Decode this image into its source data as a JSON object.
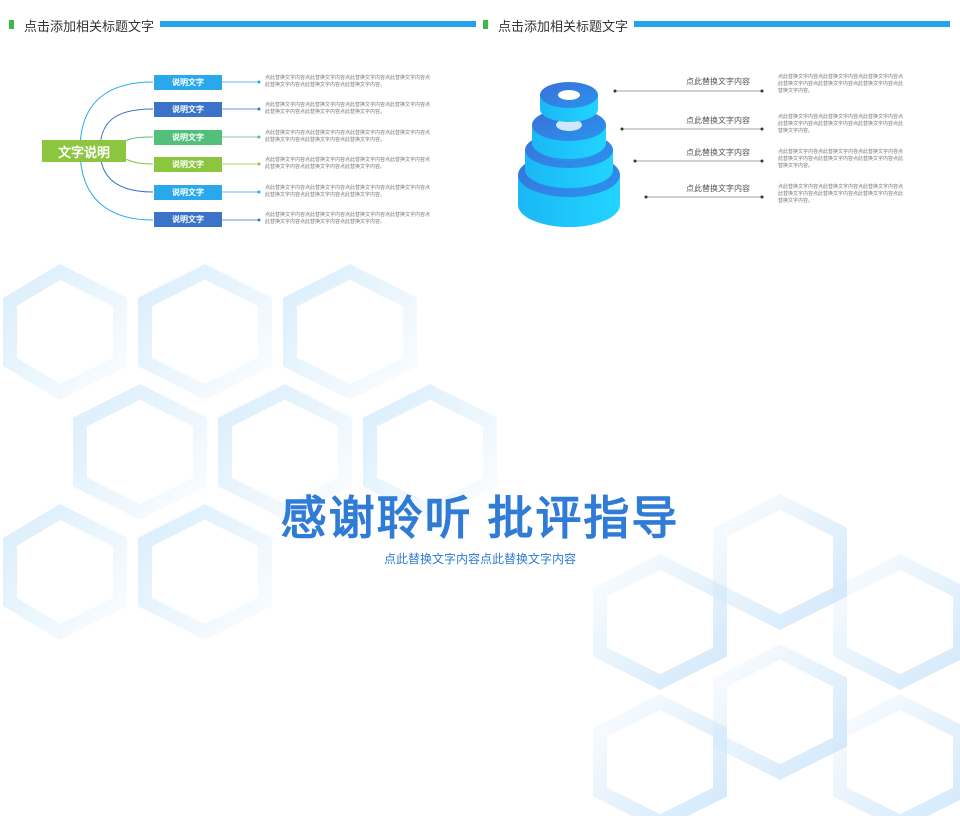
{
  "slide_1": {
    "title": "点击添加相关标题文字",
    "center_label": "文字说明",
    "items": [
      {
        "label": "说明文字",
        "color": "#29a9ec",
        "desc": "点此替换文字内容点此替换文字内容点此替换文字内容点此替换文字内容点此替换文字内容点此替换文字内容点此替换文字内容。"
      },
      {
        "label": "说明文字",
        "color": "#3a73c8",
        "desc": "点此替换文字内容点此替换文字内容点此替换文字内容点此替换文字内容点此替换文字内容点此替换文字内容点此替换文字内容。"
      },
      {
        "label": "说明文字",
        "color": "#52c07a",
        "desc": "点此替换文字内容点此替换文字内容点此替换文字内容点此替换文字内容点此替换文字内容点此替换文字内容点此替换文字内容。"
      },
      {
        "label": "说明文字",
        "color": "#8cc63f",
        "desc": "点此替换文字内容点此替换文字内容点此替换文字内容点此替换文字内容点此替换文字内容点此替换文字内容点此替换文字内容。"
      },
      {
        "label": "说明文字",
        "color": "#29a9ec",
        "desc": "点此替换文字内容点此替换文字内容点此替换文字内容点此替换文字内容点此替换文字内容点此替换文字内容点此替换文字内容。"
      },
      {
        "label": "说明文字",
        "color": "#3a73c8",
        "desc": "点此替换文字内容点此替换文字内容点此替换文字内容点此替换文字内容点此替换文字内容点此替换文字内容点此替换文字内容。"
      }
    ]
  },
  "slide_2": {
    "title": "点击添加相关标题文字",
    "items": [
      {
        "label": "点此替换文字内容",
        "desc": "点此替换文字内容点此替换文字内容点此替换文字内容点此替换文字内容点此替换文字内容点此替换文字内容点此替换文字内容。"
      },
      {
        "label": "点此替换文字内容",
        "desc": "点此替换文字内容点此替换文字内容点此替换文字内容点此替换文字内容点此替换文字内容点此替换文字内容点此替换文字内容。"
      },
      {
        "label": "点此替换文字内容",
        "desc": "点此替换文字内容点此替换文字内容点此替换文字内容点此替换文字内容点此替换文字内容点此替换文字内容点此替换文字内容。"
      },
      {
        "label": "点此替换文字内容",
        "desc": "点此替换文字内容点此替换文字内容点此替换文字内容点此替换文字内容点此替换文字内容点此替换文字内容点此替换文字内容。"
      }
    ]
  },
  "slide_3": {
    "headline": "感谢聆听 批评指导",
    "subtitle": "点此替换文字内容点此替换文字内容"
  },
  "colors": {
    "accent_blue": "#2f7bd6",
    "title_bar": "#23a3ea",
    "marker_green": "#3cb94a",
    "center_green": "#8cc63f"
  }
}
